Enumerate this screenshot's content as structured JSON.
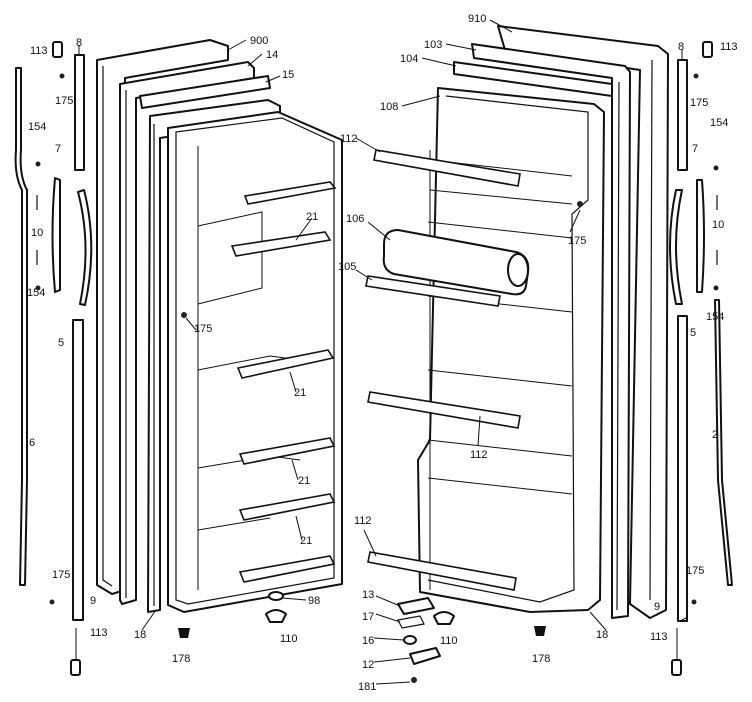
{
  "labels": {
    "l113_tl": "113",
    "l8_tl": "8",
    "l175_l1": "175",
    "l154_l1": "154",
    "l7_l": "7",
    "l10_l": "10",
    "l154_l2": "154",
    "l5_l": "5",
    "l6_l": "6",
    "l175_l2": "175",
    "l9_l": "9",
    "l113_bl": "113",
    "l900": "900",
    "l14": "14",
    "l15": "15",
    "l21_a": "21",
    "l21_b": "21",
    "l21_c": "21",
    "l21_d": "21",
    "l175_c": "175",
    "l18_l": "18",
    "l98": "98",
    "l110_l": "110",
    "l178_l": "178",
    "l910": "910",
    "l103": "103",
    "l104": "104",
    "l108": "108",
    "l112_a": "112",
    "l106": "106",
    "l105": "105",
    "l175_r1": "175",
    "l112_b": "112",
    "l112_c": "112",
    "l13": "13",
    "l17": "17",
    "l16": "16",
    "l12": "12",
    "l181": "181",
    "l110_r": "110",
    "l178_r": "178",
    "l18_r": "18",
    "l8_tr": "8",
    "l113_tr": "113",
    "l175_r2": "175",
    "l154_r1": "154",
    "l7_r": "7",
    "l10_r": "10",
    "l154_r2": "154",
    "l5_r": "5",
    "l2": "2",
    "l175_r3": "175",
    "l9_r": "9",
    "l113_br": "113"
  }
}
